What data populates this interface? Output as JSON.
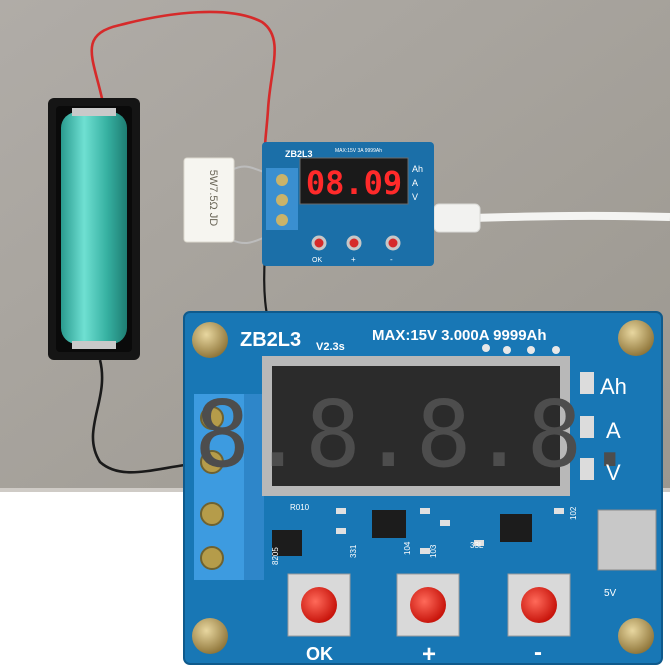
{
  "scene": {
    "background_color": "#a7a39e",
    "table_color": "#ffffff",
    "board_color": "#1877b5",
    "board_edge_color": "#0f5a8c",
    "display_color": "#ff2a2a"
  },
  "small_module": {
    "model": "ZB2L3",
    "spec": "MAX:15V 3A 9999Ah",
    "display_digits": "08.09",
    "indicators": [
      "Ah",
      "A",
      "V"
    ],
    "buttons": [
      "OK",
      "+",
      "-"
    ]
  },
  "resistor": {
    "marking": "5W7.5Ω JD"
  },
  "large_module": {
    "model": "ZB2L3",
    "version": "V2.3s",
    "spec": "MAX:15V 3.000A 9999Ah",
    "display_digits": "8.8.8.8.",
    "indicators": [
      "Ah",
      "A",
      "V"
    ],
    "buttons": [
      "OK",
      "+",
      "-"
    ],
    "usb_label": "5V",
    "component_labels": [
      "R010",
      "8205",
      "102",
      "104",
      "331",
      "103",
      "33L"
    ]
  }
}
